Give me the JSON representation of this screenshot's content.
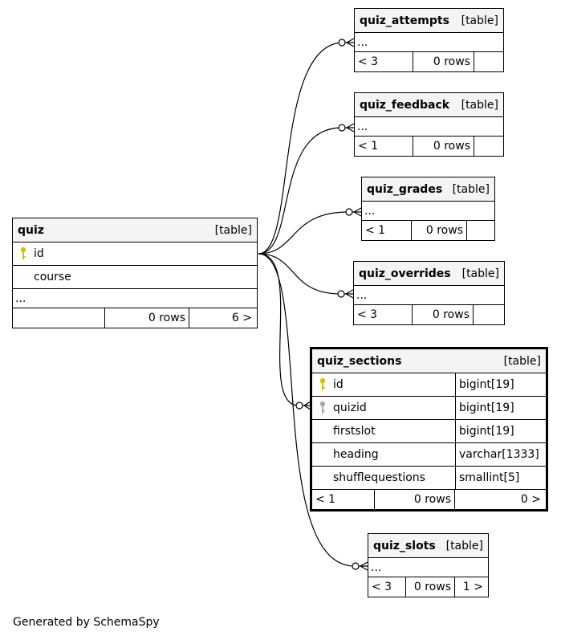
{
  "tables": {
    "quiz": {
      "name": "quiz",
      "kind": "[table]",
      "columns": [
        {
          "name": "id",
          "key": "primary"
        },
        {
          "name": "course",
          "key": ""
        }
      ],
      "ellipsis": "...",
      "stats": {
        "rows_lt": "",
        "rows": "0 rows",
        "children": "6 >"
      }
    },
    "quiz_attempts": {
      "name": "quiz_attempts",
      "kind": "[table]",
      "ellipsis": "...",
      "stats": {
        "rows_lt": "< 3",
        "rows": "0 rows",
        "children": ""
      }
    },
    "quiz_feedback": {
      "name": "quiz_feedback",
      "kind": "[table]",
      "ellipsis": "...",
      "stats": {
        "rows_lt": "< 1",
        "rows": "0 rows",
        "children": ""
      }
    },
    "quiz_grades": {
      "name": "quiz_grades",
      "kind": "[table]",
      "ellipsis": "...",
      "stats": {
        "rows_lt": "< 1",
        "rows": "0 rows",
        "children": ""
      }
    },
    "quiz_overrides": {
      "name": "quiz_overrides",
      "kind": "[table]",
      "ellipsis": "...",
      "stats": {
        "rows_lt": "< 3",
        "rows": "0 rows",
        "children": ""
      }
    },
    "quiz_sections": {
      "name": "quiz_sections",
      "kind": "[table]",
      "columns": [
        {
          "name": "id",
          "type": "bigint[19]",
          "key": "primary"
        },
        {
          "name": "quizid",
          "type": "bigint[19]",
          "key": "foreign"
        },
        {
          "name": "firstslot",
          "type": "bigint[19]",
          "key": ""
        },
        {
          "name": "heading",
          "type": "varchar[1333]",
          "key": ""
        },
        {
          "name": "shufflequestions",
          "type": "smallint[5]",
          "key": ""
        }
      ],
      "stats": {
        "rows_lt": "< 1",
        "rows": "0 rows",
        "children": "0 >"
      }
    },
    "quiz_slots": {
      "name": "quiz_slots",
      "kind": "[table]",
      "ellipsis": "...",
      "stats": {
        "rows_lt": "< 3",
        "rows": "0 rows",
        "children": "1 >"
      }
    }
  },
  "colors": {
    "primary_key": "#d4c100",
    "foreign_key": "#aaaaaa",
    "header_bg": "#f4f4f4"
  },
  "footer": "Generated by SchemaSpy"
}
